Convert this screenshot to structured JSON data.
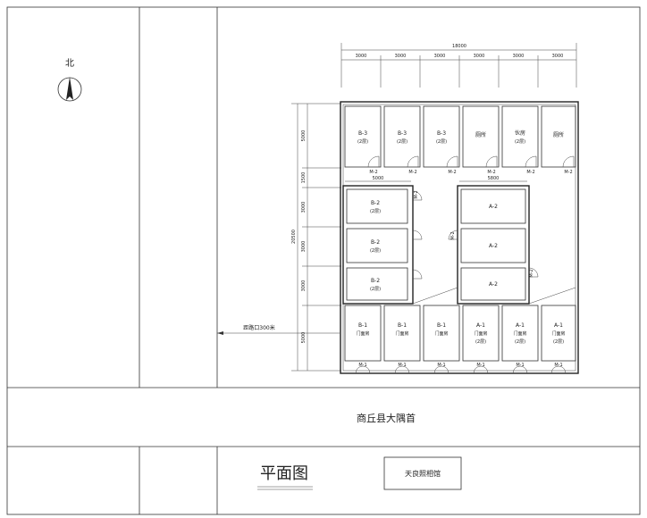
{
  "north": {
    "label": "北"
  },
  "road": {
    "label": "商丘县大隅首"
  },
  "drawing": {
    "title": "平面图",
    "stamp": "天良照相馆"
  },
  "note": {
    "distance": "距路口300米"
  },
  "dimensions": {
    "top_total": "18000",
    "top_cells": [
      "3000",
      "3000",
      "3000",
      "3000",
      "3000",
      "3000"
    ],
    "left_total": "20500",
    "left_cells": [
      "5000",
      "1500",
      "3000",
      "3000",
      "3000",
      "5000"
    ],
    "inner_left": "5000",
    "inner_right": "5800"
  },
  "rooms": {
    "top": [
      {
        "name": "B-3",
        "sub": "(2层)"
      },
      {
        "name": "B-3",
        "sub": "(2层)"
      },
      {
        "name": "B-3",
        "sub": "(2层)"
      },
      {
        "name": "厕所",
        "sub": ""
      },
      {
        "name": "伙房",
        "sub": "(2层)"
      },
      {
        "name": "厕所",
        "sub": ""
      }
    ],
    "left_mid": [
      {
        "name": "B-2",
        "sub": "(2层)"
      },
      {
        "name": "B-2",
        "sub": "(2层)"
      },
      {
        "name": "B-2",
        "sub": "(2层)"
      }
    ],
    "right_mid": [
      {
        "name": "A-2"
      },
      {
        "name": "A-2"
      },
      {
        "name": "A-2"
      }
    ],
    "bottom": [
      {
        "name": "B-1",
        "sub": "门面房"
      },
      {
        "name": "B-1",
        "sub": "门面房"
      },
      {
        "name": "B-1",
        "sub": "门面房"
      },
      {
        "name": "A-1",
        "sub": "门面房",
        "sub2": "(2层)"
      },
      {
        "name": "A-1",
        "sub": "门面房",
        "sub2": "(2层)"
      },
      {
        "name": "A-1",
        "sub": "门面房",
        "sub2": "(2层)"
      }
    ]
  },
  "doors": {
    "m1": "M-1",
    "m2": "M-2"
  }
}
